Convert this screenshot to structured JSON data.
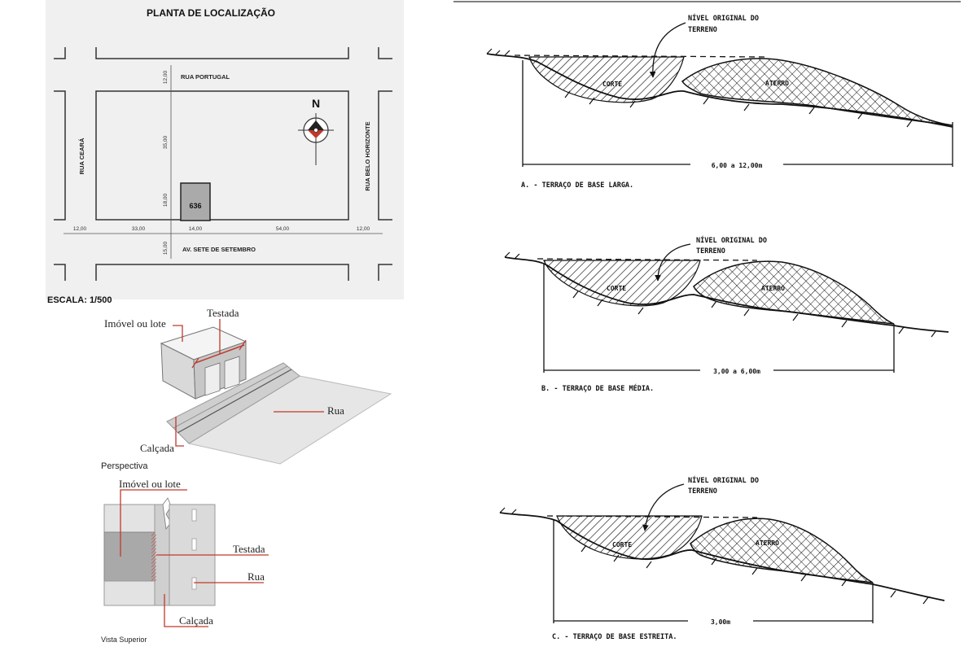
{
  "site_plan": {
    "title": "PLANTA DE LOCALIZAÇÃO",
    "scale": "ESCALA: 1/500",
    "north": "N",
    "lot_number": "636",
    "streets": {
      "top": "RUA PORTUGAL",
      "left": "RUA CEARÁ",
      "right": "RUA BELO HORIZONTE",
      "bottom": "AV. SETE DE SETEMBRO"
    },
    "dims_horizontal": [
      "12,00",
      "33,00",
      "14,00",
      "54,00",
      "12,00"
    ],
    "dims_vertical": [
      "12,00",
      "35,00",
      "18,00",
      "15,00"
    ]
  },
  "perspective": {
    "caption": "Perspectiva",
    "labels": {
      "lot": "Imóvel ou lote",
      "frontage": "Testada",
      "street": "Rua",
      "sidewalk": "Calçada"
    }
  },
  "top_view": {
    "caption": "Vista Superior",
    "labels": {
      "lot": "Imóvel ou lote",
      "frontage": "Testada",
      "street": "Rua",
      "sidewalk": "Calçada"
    }
  },
  "terraces": [
    {
      "ground_label_1": "NÍVEL ORIGINAL DO",
      "ground_label_2": "TERRENO",
      "cut": "CORTE",
      "fill": "ATERRO",
      "dimension": "6,00 a 12,00m",
      "caption": "A. - TERRAÇO DE BASE LARGA."
    },
    {
      "ground_label_1": "NÍVEL ORIGINAL DO",
      "ground_label_2": "TERRENO",
      "cut": "CORTE",
      "fill": "ATERRO",
      "dimension": "3,00 a 6,00m",
      "caption": "B. - TERRAÇO DE BASE MÉDIA."
    },
    {
      "ground_label_1": "NÍVEL ORIGINAL DO",
      "ground_label_2": "TERRENO",
      "cut": "CORTE",
      "fill": "ATERRO",
      "dimension": "3,00m",
      "caption": "C. - TERRAÇO DE BASE ESTREITA."
    }
  ]
}
